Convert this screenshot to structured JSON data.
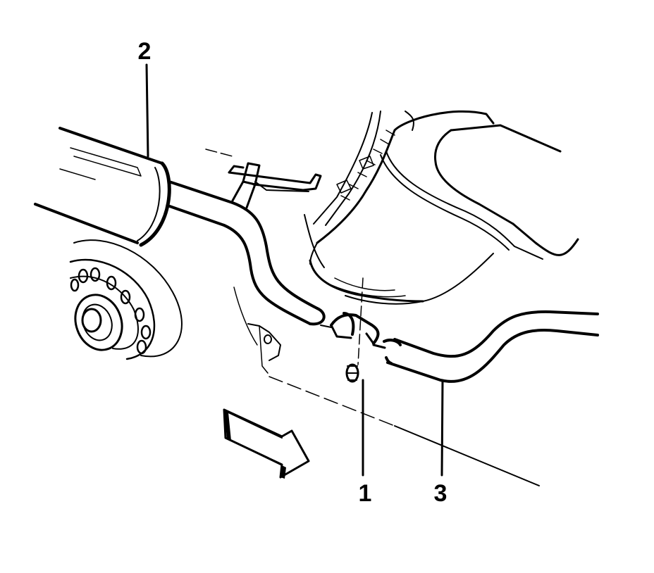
{
  "figure": {
    "callouts": [
      {
        "id": "1",
        "label": "1"
      },
      {
        "id": "2",
        "label": "2"
      },
      {
        "id": "3",
        "label": "3"
      }
    ],
    "colors": {
      "ink": "#000000",
      "paper": "#ffffff"
    }
  }
}
